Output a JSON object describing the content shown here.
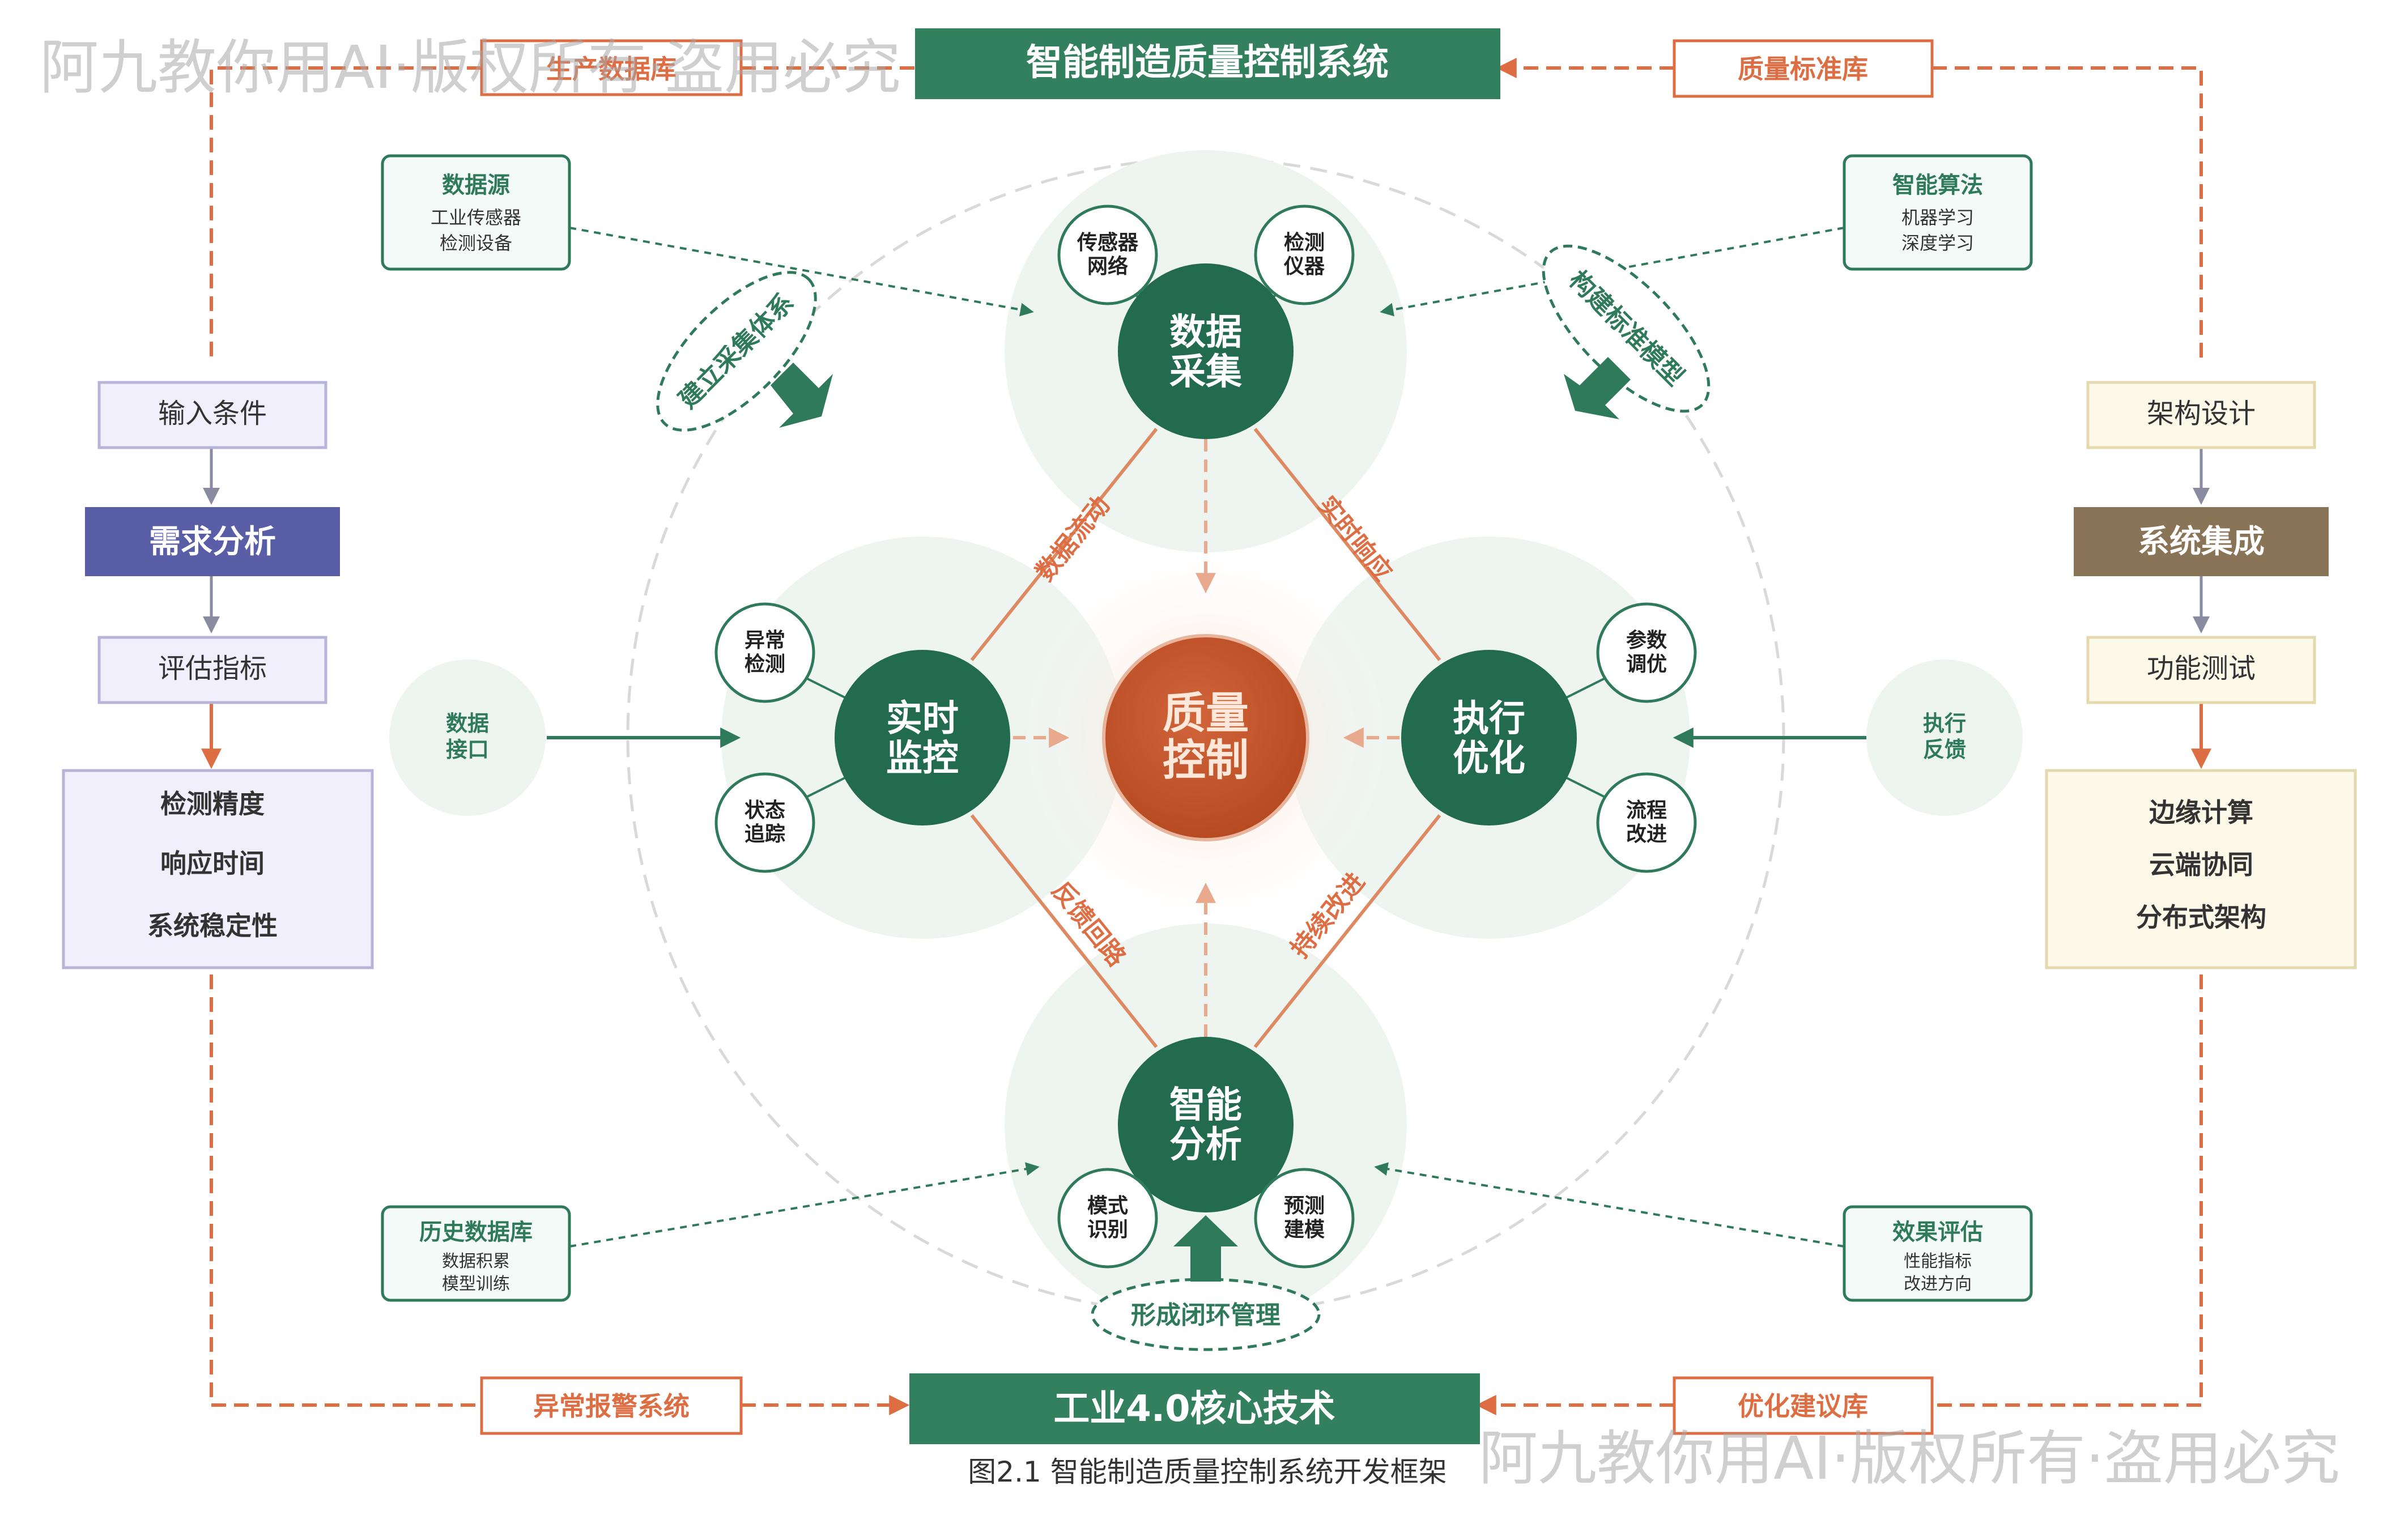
{
  "title": "智能制造质量控制系统",
  "bottom_title": "工业4.0核心技术",
  "caption": "图2.1 智能制造质量控制系统开发框架",
  "watermark": "阿九教你用AI·版权所有·盗用必究",
  "top_left_tag": "生产数据库",
  "top_right_tag": "质量标准库",
  "bottom_left_tag": "异常报警系统",
  "bottom_right_tag": "优化建议库",
  "center": {
    "line1": "质量",
    "line2": "控制"
  },
  "nodes": {
    "top": {
      "line1": "数据",
      "line2": "采集"
    },
    "left": {
      "line1": "实时",
      "line2": "监控"
    },
    "right": {
      "line1": "执行",
      "line2": "优化"
    },
    "bottom": {
      "line1": "智能",
      "line2": "分析"
    }
  },
  "satellites": {
    "top_left": {
      "line1": "传感器",
      "line2": "网络"
    },
    "top_right": {
      "line1": "检测",
      "line2": "仪器"
    },
    "left_top": {
      "line1": "异常",
      "line2": "检测"
    },
    "left_bottom": {
      "line1": "状态",
      "line2": "追踪"
    },
    "right_top": {
      "line1": "参数",
      "line2": "调优"
    },
    "right_bottom": {
      "line1": "流程",
      "line2": "改进"
    },
    "bottom_left": {
      "line1": "模式",
      "line2": "识别"
    },
    "bottom_right": {
      "line1": "预测",
      "line2": "建模"
    }
  },
  "edges": {
    "top_left": "数据流动",
    "top_right": "实时响应",
    "bottom_left": "反馈回路",
    "bottom_right": "持续改进"
  },
  "ovals": {
    "left": "建立采集体系",
    "right": "构建标准模型",
    "bottom": "形成闭环管理"
  },
  "side_circles": {
    "left": {
      "line1": "数据",
      "line2": "接口"
    },
    "right": {
      "line1": "执行",
      "line2": "反馈"
    }
  },
  "info_boxes": {
    "data_source": {
      "title": "数据源",
      "line1": "工业传感器",
      "line2": "检测设备"
    },
    "algorithm": {
      "title": "智能算法",
      "line1": "机器学习",
      "line2": "深度学习"
    },
    "history": {
      "title": "历史数据库",
      "line1": "数据积累",
      "line2": "模型训练"
    },
    "evaluation": {
      "title": "效果评估",
      "line1": "性能指标",
      "line2": "改进方向"
    }
  },
  "left_panel": {
    "input": "输入条件",
    "header": "需求分析",
    "metric": "评估指标",
    "items": [
      "检测精度",
      "响应时间",
      "系统稳定性"
    ]
  },
  "right_panel": {
    "design": "架构设计",
    "header": "系统集成",
    "test": "功能测试",
    "items": [
      "边缘计算",
      "云端协同",
      "分布式架构"
    ]
  },
  "colors": {
    "green_dark": "#236b4f",
    "green_box": "#33805f",
    "orange": "#dd6e44",
    "center_fill": "#c2522a",
    "purple_header": "#5a5ea6",
    "brown_header": "#8a7457",
    "purple_light": "#f1effc",
    "cream_light": "#fdf9e9"
  }
}
